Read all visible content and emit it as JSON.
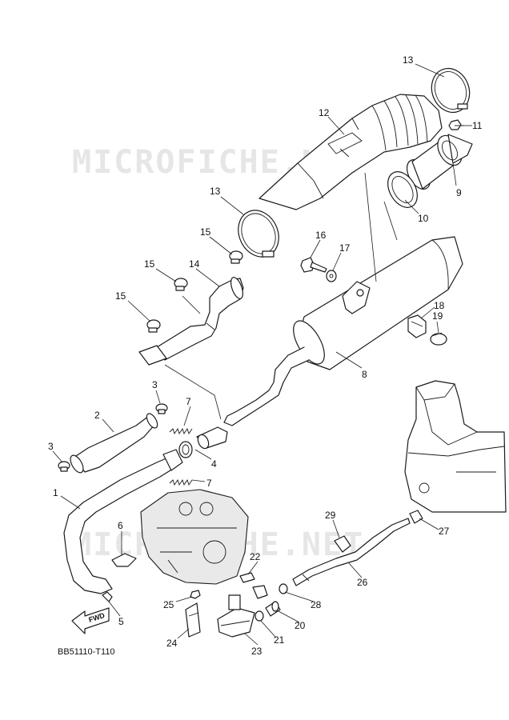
{
  "watermark": "MICROFICHE.NET",
  "diagram_code": "BB51110-T110",
  "fwd_label": "FWD",
  "callouts": {
    "c1": "1",
    "c2": "2",
    "c3a": "3",
    "c3b": "3",
    "c4": "4",
    "c5": "5",
    "c6": "6",
    "c7a": "7",
    "c7b": "7",
    "c8": "8",
    "c9": "9",
    "c10": "10",
    "c11": "11",
    "c12": "12",
    "c13a": "13",
    "c13b": "13",
    "c14": "14",
    "c15a": "15",
    "c15b": "15",
    "c15c": "15",
    "c16": "16",
    "c17": "17",
    "c18": "18",
    "c19": "19",
    "c20": "20",
    "c21": "21",
    "c22": "22",
    "c23": "23",
    "c24": "24",
    "c25": "25",
    "c26": "26",
    "c27": "27",
    "c28": "28",
    "c29": "29"
  }
}
